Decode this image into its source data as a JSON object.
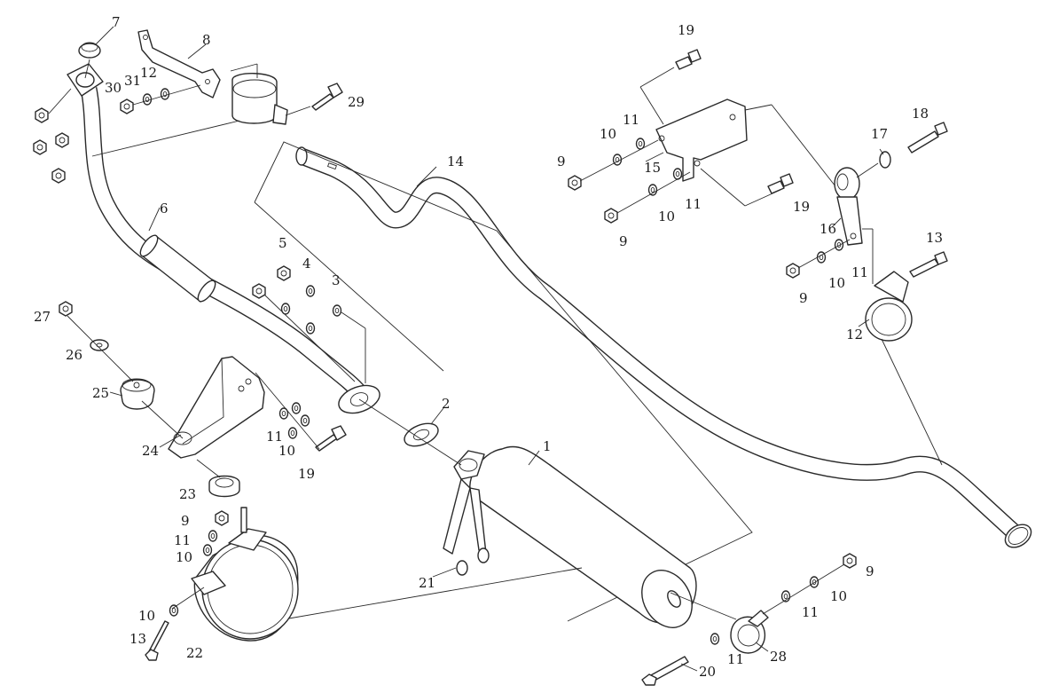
{
  "callouts": {
    "n1": "1",
    "n2": "2",
    "n3": "3",
    "n4": "4",
    "n5": "5",
    "n6": "6",
    "n7": "7",
    "n8": "8",
    "n9a": "9",
    "n9b": "9",
    "n9c": "9",
    "n9d": "9",
    "n9e": "9",
    "n10a": "10",
    "n10b": "10",
    "n10c": "10",
    "n10d": "10",
    "n10e": "10",
    "n10f": "10",
    "n10g": "10",
    "n11a": "11",
    "n11b": "11",
    "n11c": "11",
    "n11d": "11",
    "n11e": "11",
    "n11f": "11",
    "n11g": "11",
    "n12a": "12",
    "n12b": "12",
    "n13a": "13",
    "n13b": "13",
    "n14": "14",
    "n15": "15",
    "n16": "16",
    "n17": "17",
    "n18": "18",
    "n19a": "19",
    "n19b": "19",
    "n19c": "19",
    "n20": "20",
    "n21": "21",
    "n22": "22",
    "n23": "23",
    "n24": "24",
    "n25": "25",
    "n26": "26",
    "n27": "27",
    "n28": "28",
    "n29": "29",
    "n30": "30",
    "n31": "31"
  }
}
